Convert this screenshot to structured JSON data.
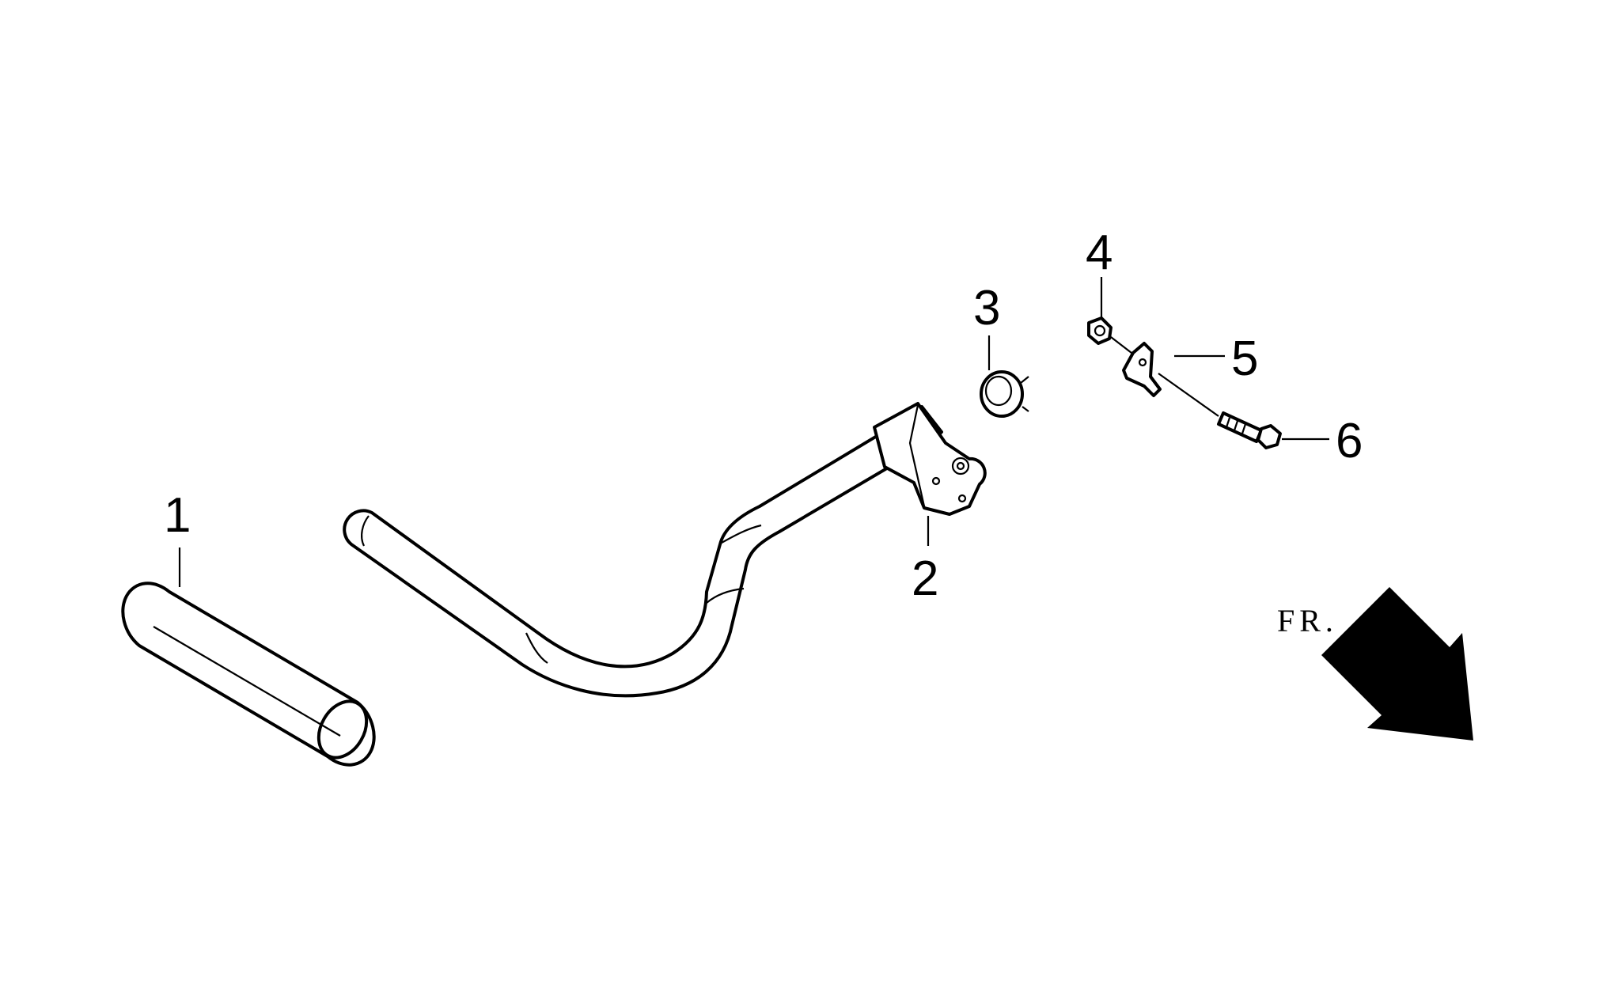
{
  "callouts": [
    {
      "id": "1",
      "text": "1"
    },
    {
      "id": "2",
      "text": "2"
    },
    {
      "id": "3",
      "text": "3"
    },
    {
      "id": "4",
      "text": "4"
    },
    {
      "id": "5",
      "text": "5"
    },
    {
      "id": "6",
      "text": "6"
    }
  ],
  "direction": {
    "text": "FR."
  },
  "icons": {
    "direction_arrow": "arrow-down-right-icon"
  }
}
